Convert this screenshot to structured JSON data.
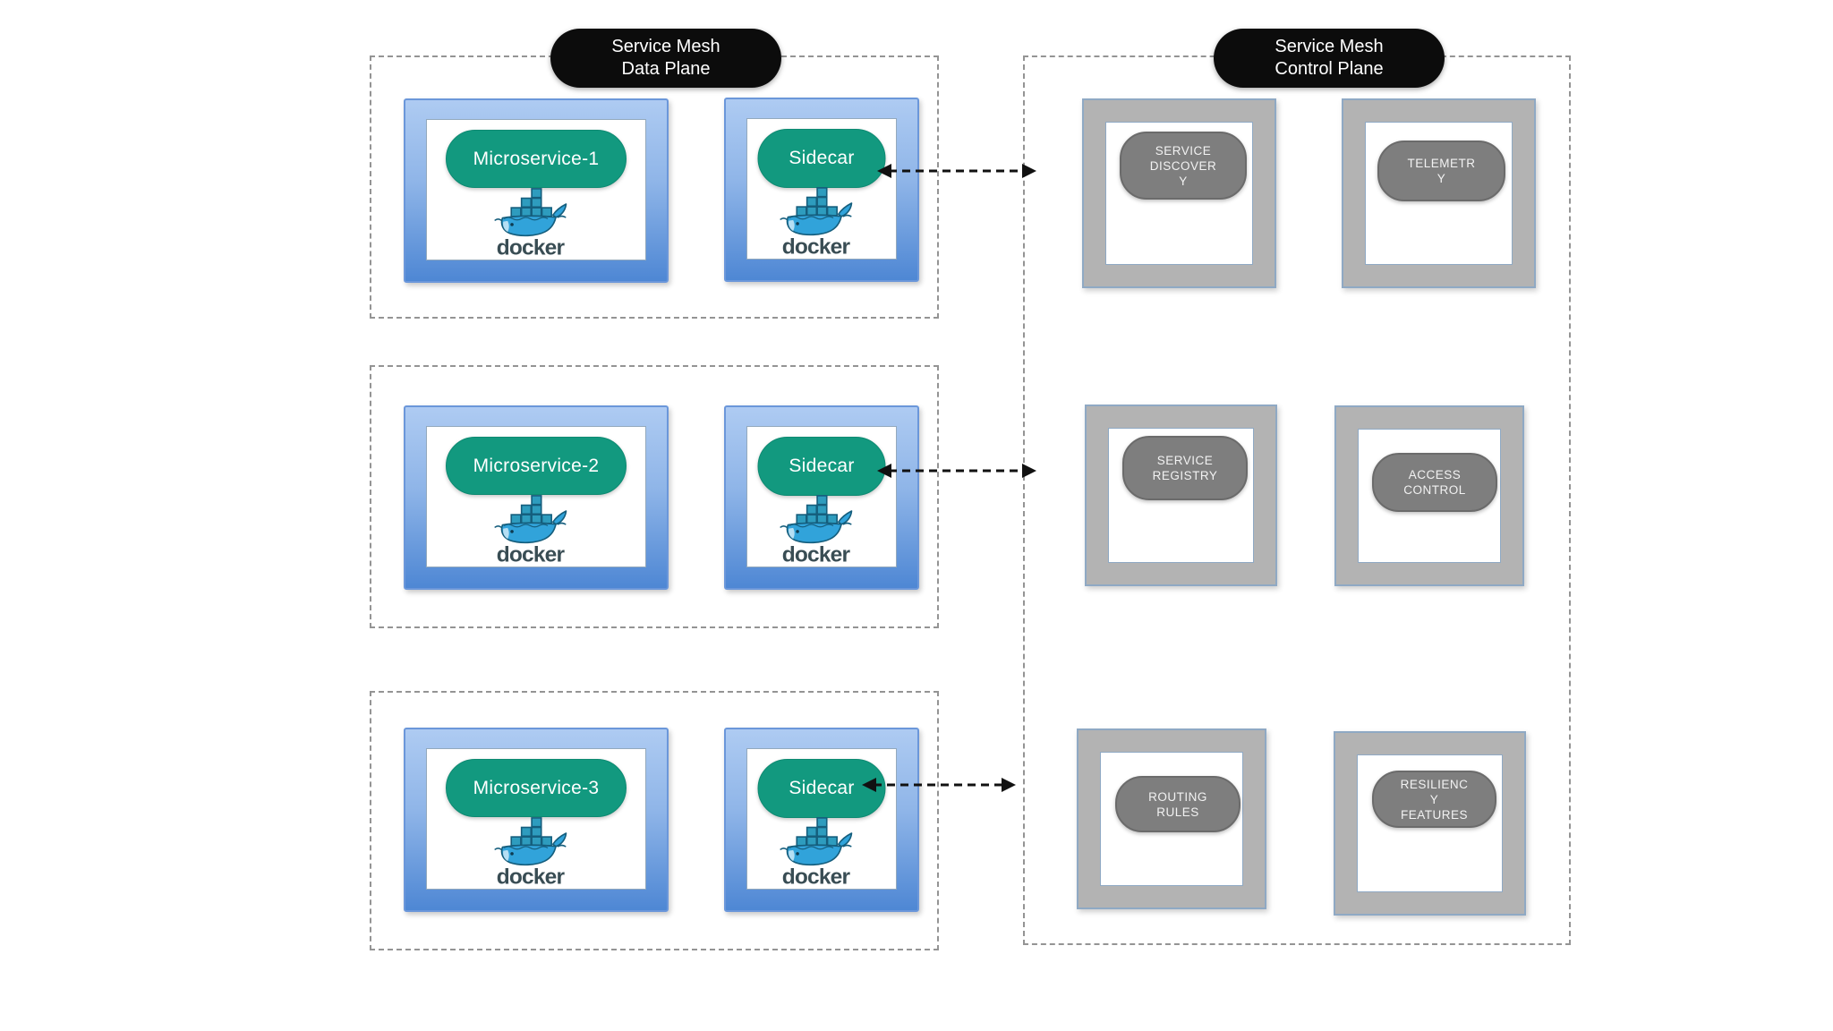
{
  "diagram": {
    "data_plane": {
      "label": "Service Mesh\nData Plane",
      "rows": [
        {
          "microservice": "Microservice-1",
          "sidecar": "Sidecar"
        },
        {
          "microservice": "Microservice-2",
          "sidecar": "Sidecar"
        },
        {
          "microservice": "Microservice-3",
          "sidecar": "Sidecar"
        }
      ]
    },
    "control_plane": {
      "label": "Service Mesh\nControl Plane",
      "components": [
        {
          "label": "SERVICE\nDISCOVER\nY"
        },
        {
          "label": "TELEMETR\nY"
        },
        {
          "label": "SERVICE\nREGISTRY"
        },
        {
          "label": "ACCESS\nCONTROL"
        },
        {
          "label": "ROUTING\nRULES"
        },
        {
          "label": "RESILIENC\nY\nFEATURES"
        }
      ]
    },
    "docker_wordmark": "docker",
    "colors": {
      "teal_pill": "#12997f",
      "blue_frame_top": "#aecbf2",
      "blue_frame_bottom": "#4e87d4",
      "gray_frame": "#b3b3b3",
      "gray_pill": "#7e7e7e",
      "label_pill": "#0c0c0c",
      "dashed_border": "#949494",
      "arrow": "#111111"
    }
  }
}
